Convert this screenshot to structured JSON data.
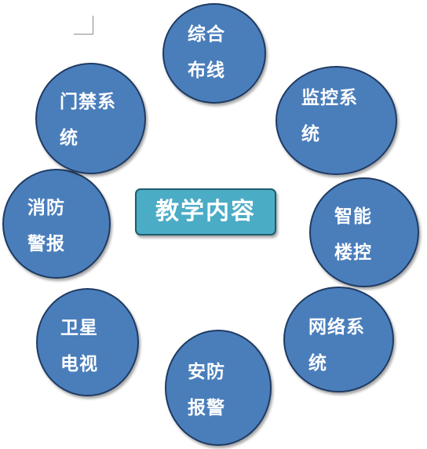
{
  "center": {
    "label": "教学内容"
  },
  "nodes": [
    {
      "id": "cabling",
      "label": "综合\n布线"
    },
    {
      "id": "monitoring",
      "label": "监控系\n统"
    },
    {
      "id": "smart-building",
      "label": "智能\n楼控"
    },
    {
      "id": "network",
      "label": "网络系\n统"
    },
    {
      "id": "security-alarm",
      "label": "安防\n报警"
    },
    {
      "id": "satellite-tv",
      "label": "卫星\n电视"
    },
    {
      "id": "fire-alarm",
      "label": "消防\n警报"
    },
    {
      "id": "access-control",
      "label": "门禁系\n统"
    }
  ],
  "colors": {
    "node_fill": "#4a7ebb",
    "node_border": "#1f3b63",
    "center_fill": "#4bacc6",
    "center_border": "#1e5c6e",
    "text": "#ffffff"
  }
}
